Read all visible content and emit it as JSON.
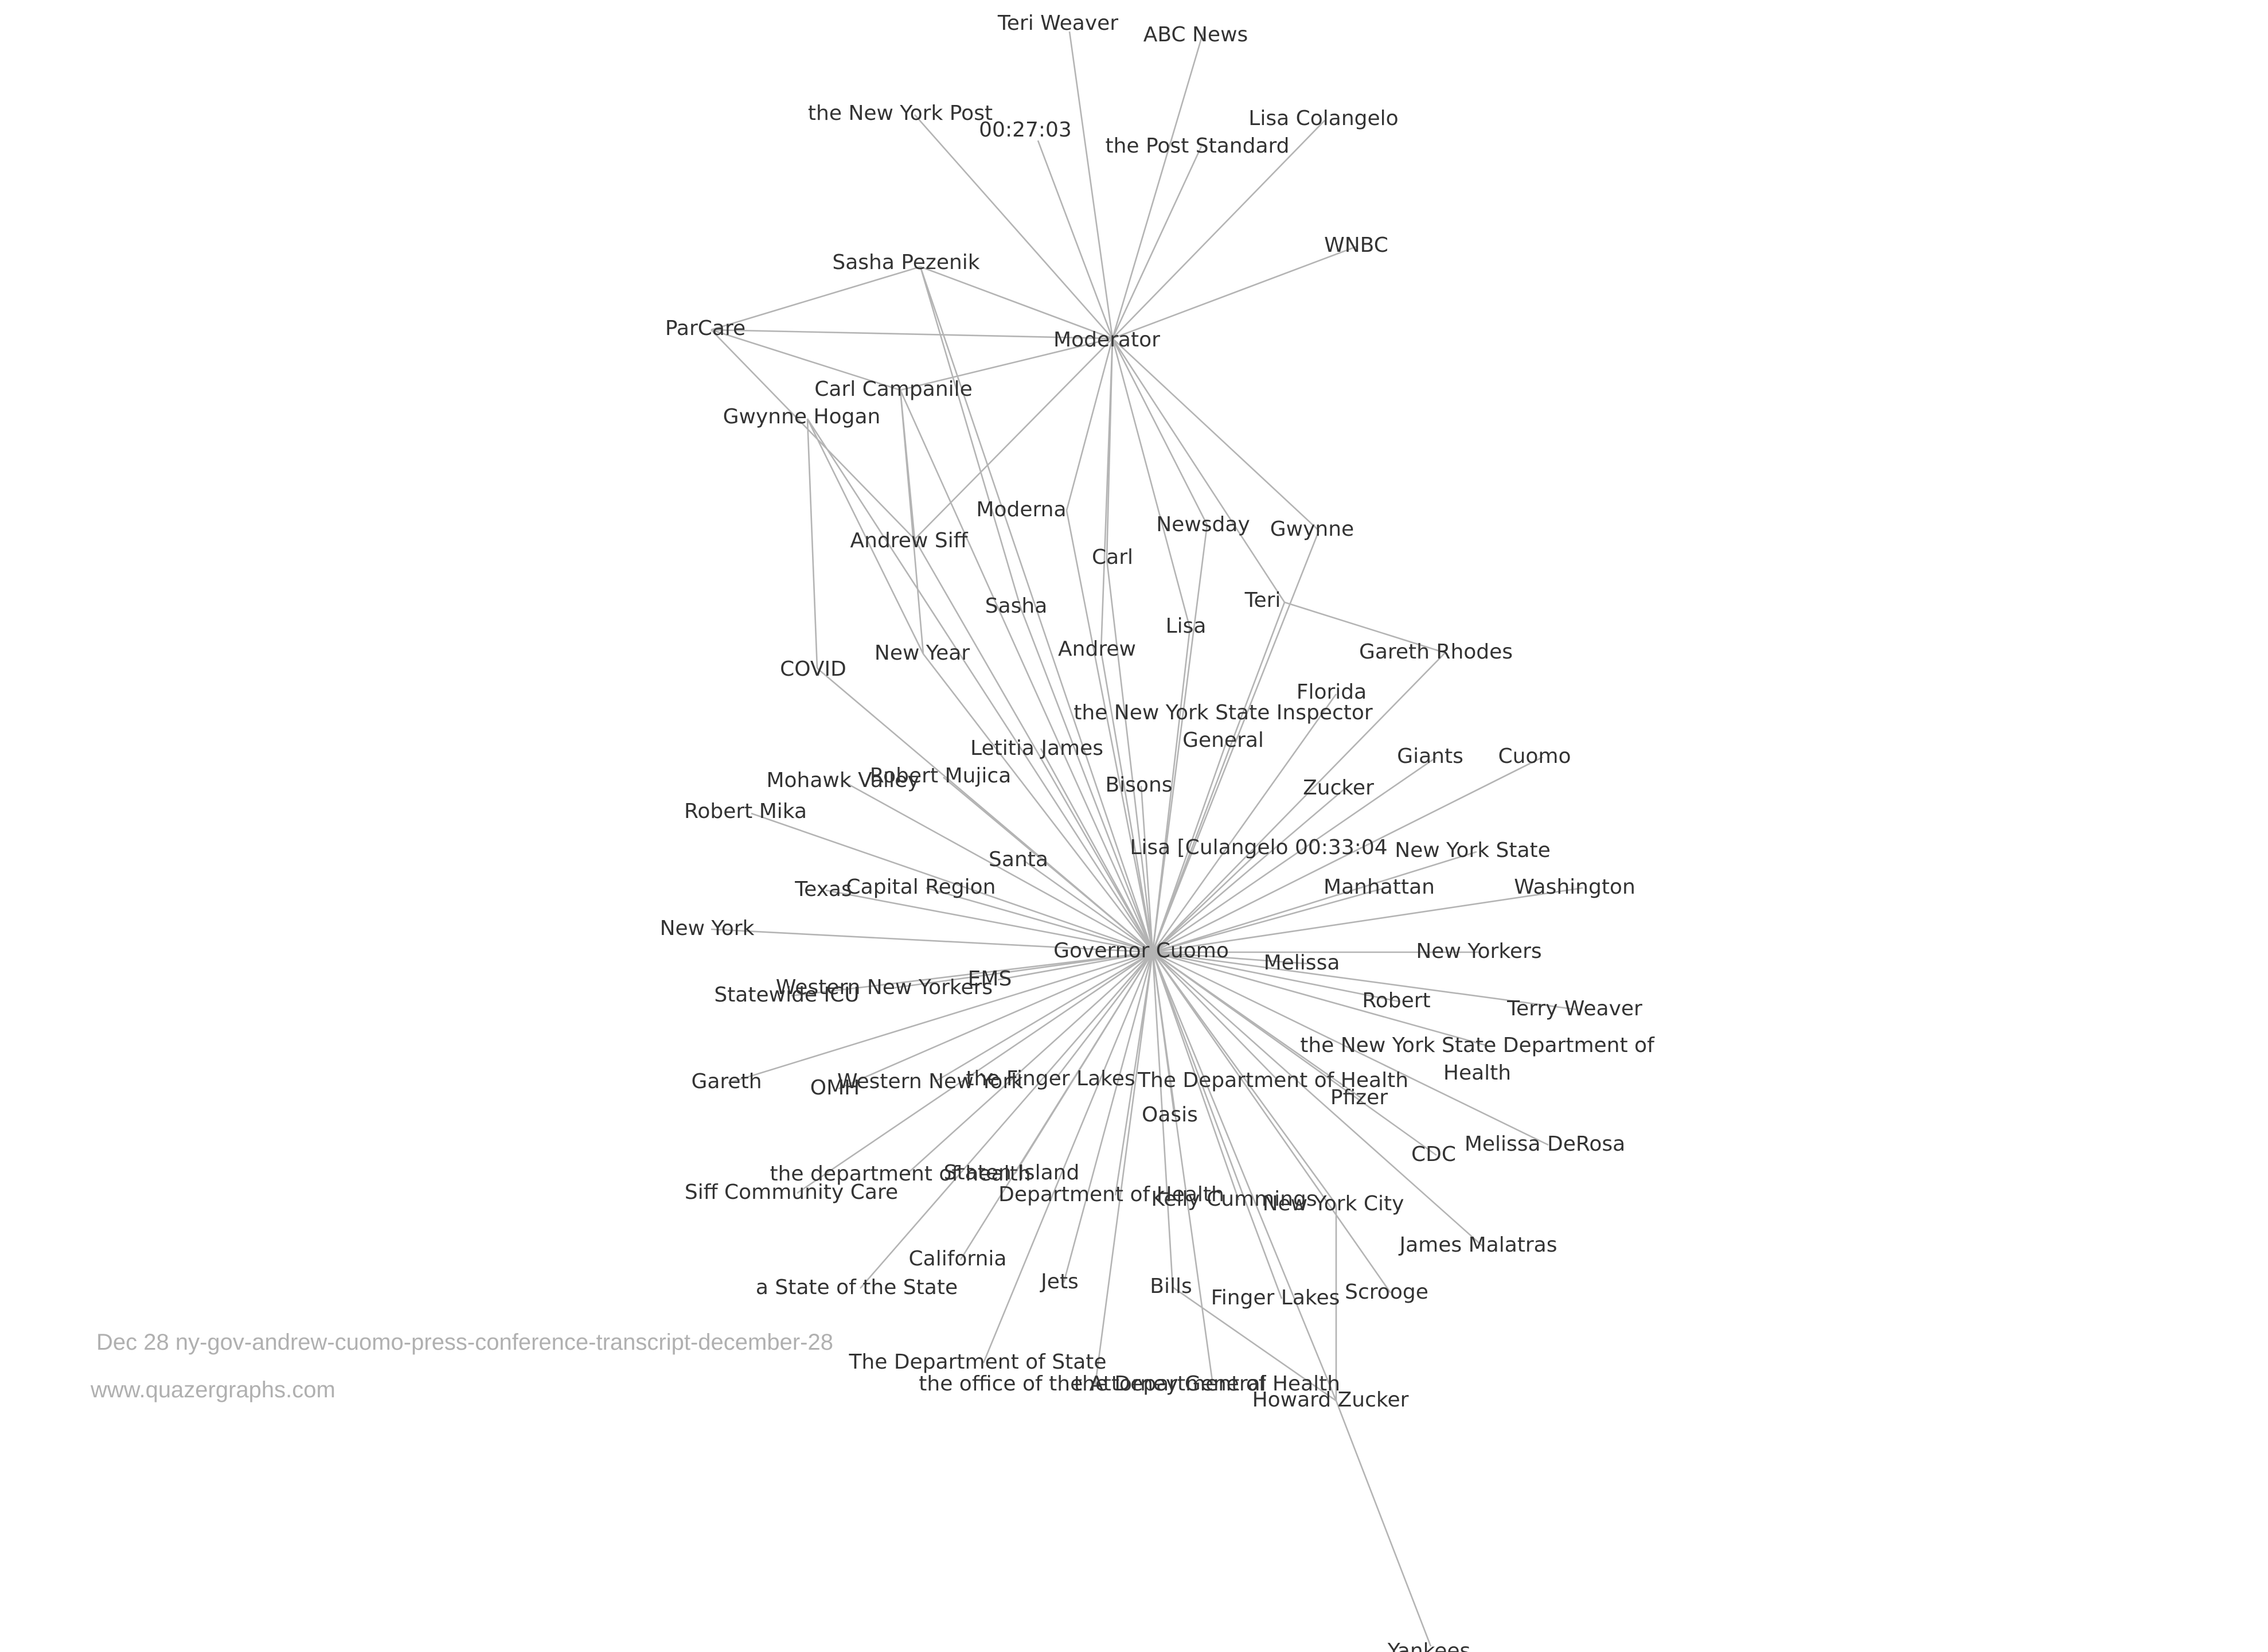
{
  "caption": {
    "title": "Dec 28 ny-gov-andrew-cuomo-press-conference-transcript-december-28",
    "site": "www.quazergraphs.com"
  },
  "nodes": {
    "moderator": "Moderator",
    "governor_cuomo": "Governor Cuomo",
    "teri_weaver": "Teri Weaver",
    "abc_news": "ABC News",
    "new_york_post": "the New York Post",
    "timestamp_27": "00:27:03",
    "lisa_colangelo": "Lisa Colangelo",
    "post_standard": "the Post Standard",
    "wnbc": "WNBC",
    "sasha_pezenik": "Sasha Pezenik",
    "parcare": "ParCare",
    "carl_campanile": "Carl Campanile",
    "gwynne_hogan": "Gwynne Hogan",
    "moderna": "Moderna",
    "andrew_siff": "Andrew Siff",
    "newsday": "Newsday",
    "gwynne": "Gwynne",
    "carl": "Carl",
    "teri": "Teri",
    "sasha": "Sasha",
    "lisa": "Lisa",
    "andrew": "Andrew",
    "gareth_rhodes": "Gareth Rhodes",
    "new_year": "New Year",
    "covid": "COVID",
    "florida": "Florida",
    "inspector_general_1": "the New York State Inspector",
    "inspector_general_2": "General",
    "letitia_james": "Letitia James",
    "giants": "Giants",
    "cuomo": "Cuomo",
    "mohawk_valley": "Mohawk Valley",
    "robert_mujica": "Robert Mujica",
    "bisons": "Bisons",
    "zucker": "Zucker",
    "robert_mika": "Robert Mika",
    "lisa_culangelo": "Lisa [Culangelo 00:33:04",
    "new_york_state": "New York State",
    "santa": "Santa",
    "texas": "Texas",
    "capital_region": "Capital Region",
    "manhattan": "Manhattan",
    "washington": "Washington",
    "new_york": "New York",
    "new_yorkers": "New Yorkers",
    "melissa": "Melissa",
    "ems": "EMS",
    "western_new_yorkers": "Western New Yorkers",
    "statewide_icu": "Statewide ICU",
    "robert": "Robert",
    "terry_weaver": "Terry Weaver",
    "doh_nys_1": "the New York State Department of",
    "doh_nys_2": "Health",
    "gareth": "Gareth",
    "omh": "OMH",
    "western_new_york": "Western New York",
    "finger_lakes_the": "the Finger Lakes",
    "the_department_of_health": "The Department of Health",
    "pfizer": "Pfizer",
    "oasis": "Oasis",
    "cdc": "CDC",
    "melissa_derosa": "Melissa DeRosa",
    "department_of_health_lower": "the department of health",
    "staten_island": "Staten Island",
    "siff_community_care": "Siff Community Care",
    "department_of_health": "Department of Health",
    "kelly_cummings": "Kelly Cummings",
    "new_york_city": "New York City",
    "james_malatras": "James Malatras",
    "california": "California",
    "state_of_the_state": "a State of the State",
    "jets": "Jets",
    "bills": "Bills",
    "finger_lakes": "Finger Lakes",
    "scrooge": "Scrooge",
    "department_of_state": "The Department of State",
    "attorney_general_office": "the office of the Attorney General",
    "the_department_of_health_lower": "the Department of Health",
    "howard_zucker": "Howard Zucker",
    "yankees": "Yankees"
  }
}
